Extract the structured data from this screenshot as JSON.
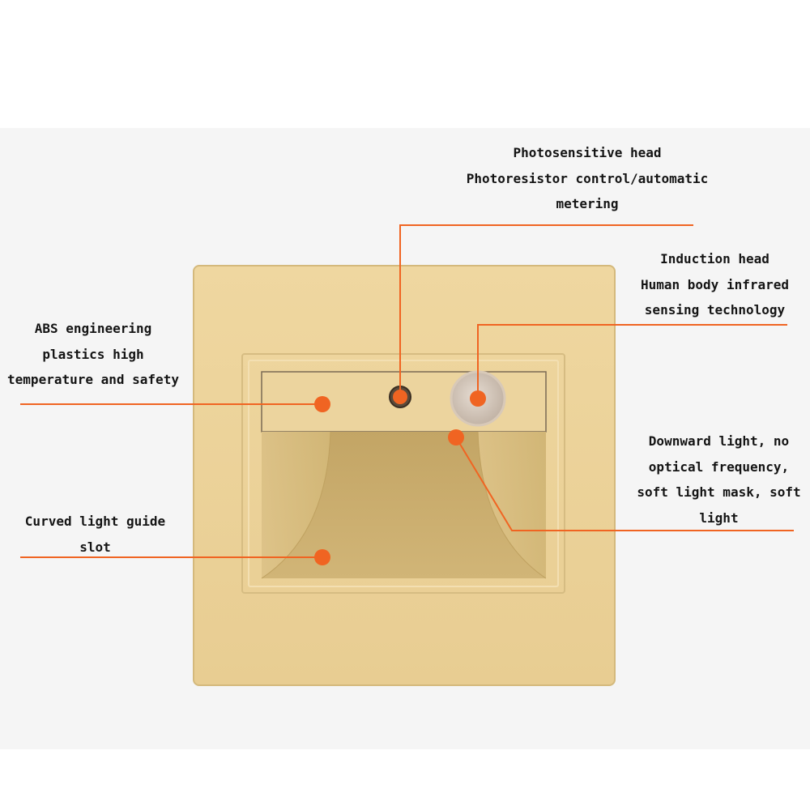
{
  "colors": {
    "plate": "#ecd39a",
    "plate_edge": "#d8bd80",
    "slot": "#c9ac6a",
    "leader": "#f06422",
    "background": "#f5f5f5"
  },
  "labels": {
    "photosensitive": {
      "lines": [
        "Photosensitive head",
        "Photoresistor control/automatic",
        "metering"
      ]
    },
    "induction": {
      "lines": [
        "Induction head",
        "Human body infrared",
        "sensing technology"
      ]
    },
    "abs": {
      "lines": [
        "ABS engineering",
        "plastics high",
        "temperature and safety"
      ]
    },
    "downward": {
      "lines": [
        "Downward light, no",
        "optical frequency,",
        "soft light mask, soft",
        "light"
      ]
    },
    "curved": {
      "lines": [
        "Curved light guide",
        "slot"
      ]
    }
  }
}
